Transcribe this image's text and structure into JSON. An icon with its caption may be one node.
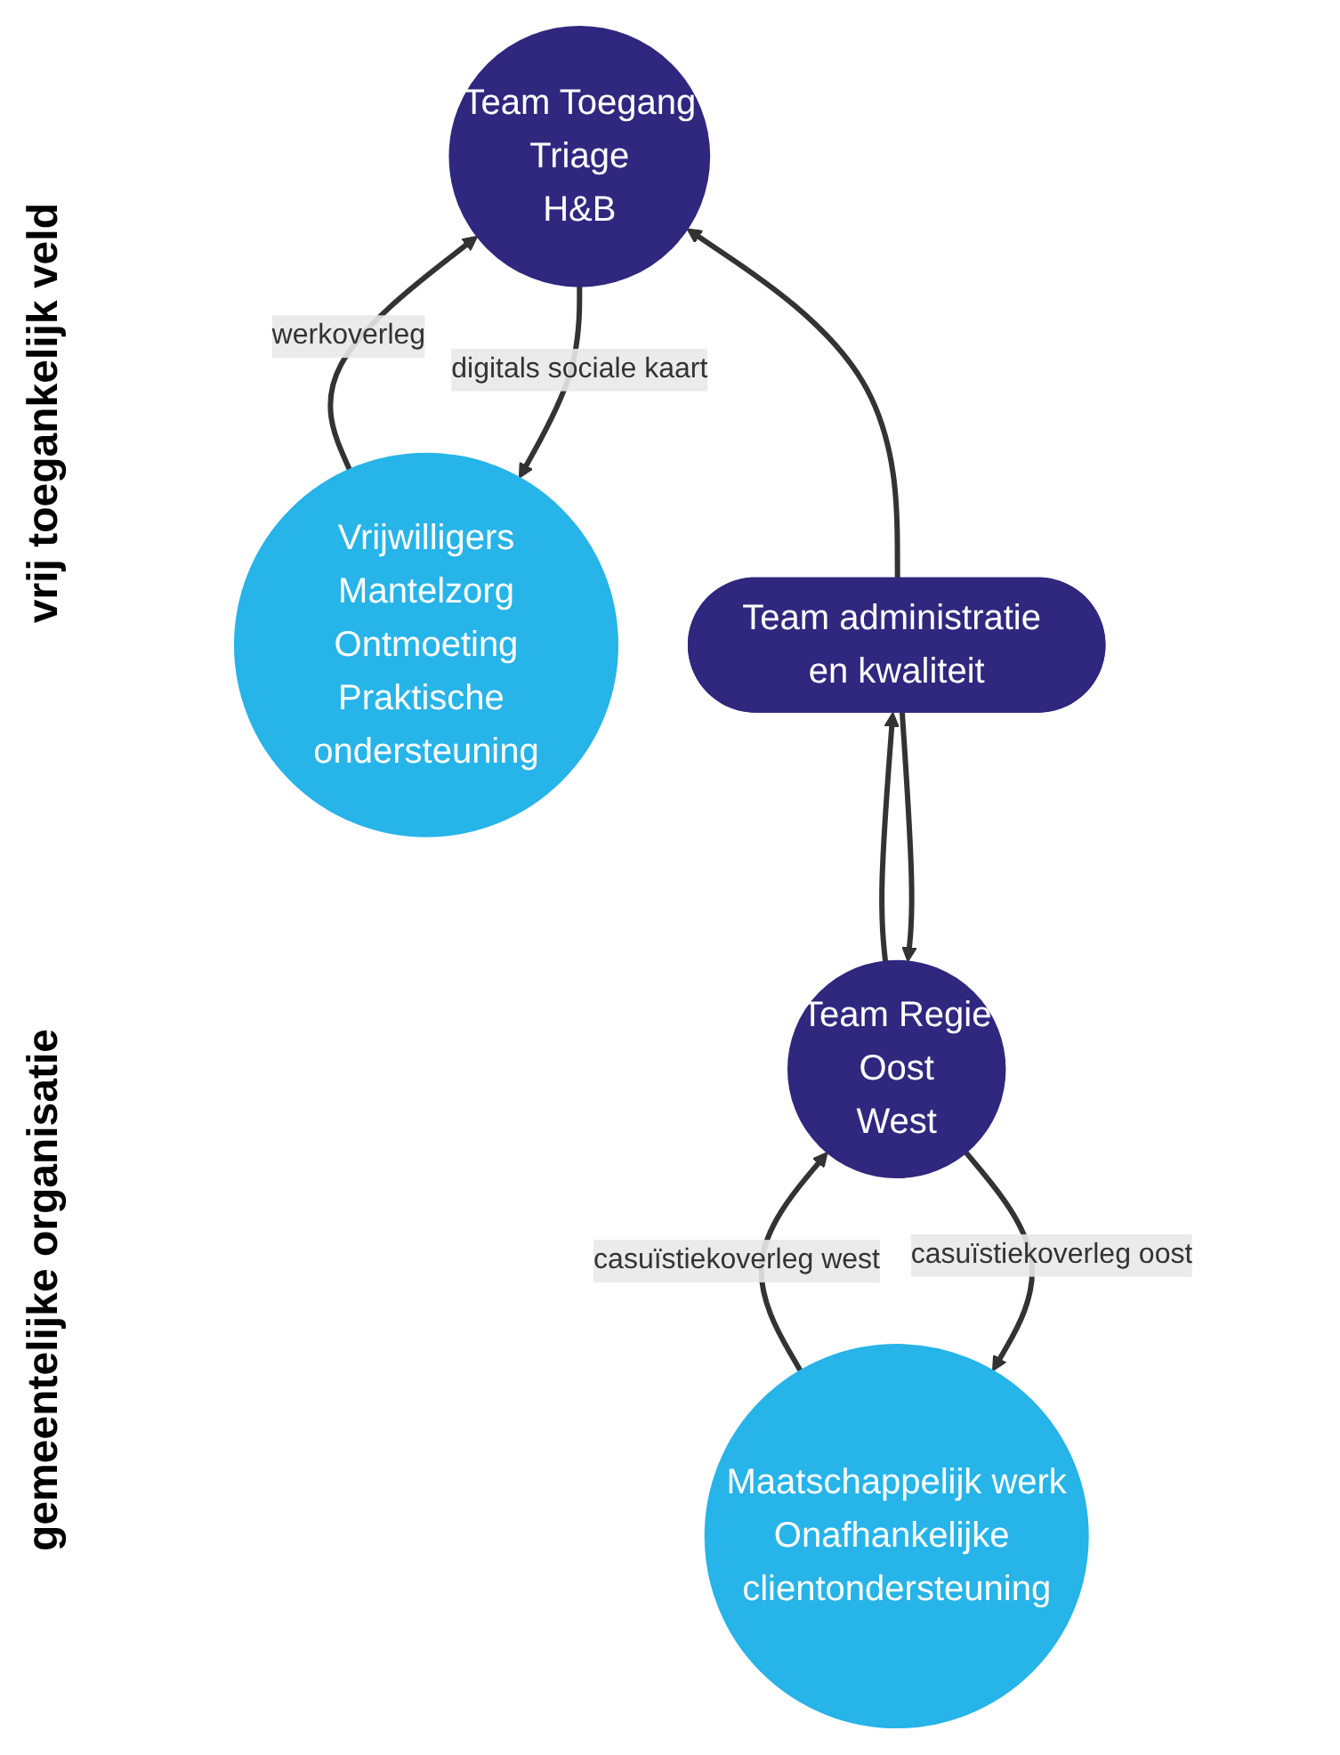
{
  "diagram": {
    "nodes": [
      {
        "text": [
          "Vrijwilligers",
          "Mantelzorg",
          "Ontmoeting",
          "Praktische ondersteuning"
        ]
      },
      {
        "text": [
          "Maatschappelijk werk",
          "Onafhankelijke clientondersteuning"
        ]
      },
      {
        "text": [
          "Team Toegang",
          "Triage",
          "H&B"
        ]
      },
      {
        "text": [
          "Team Regie",
          "Oost",
          "West"
        ]
      },
      {
        "text": [
          "Team administratie en kwaliteit"
        ]
      }
    ],
    "edges": [
      {
        "from": 2,
        "to": 0,
        "arrow": "to",
        "label": "digitals sociale kaart"
      },
      {
        "from": 0,
        "to": 2,
        "arrow": "to",
        "label": "werkoverleg"
      },
      {
        "from": 3,
        "to": 1,
        "arrow": "to",
        "label": "casuïstiekoverleg oost"
      },
      {
        "from": 1,
        "to": 3,
        "arrow": "to",
        "label": "casuïstiekoverleg west"
      },
      {
        "from": 4,
        "to": 2,
        "arrow": "to"
      },
      {
        "from": 4,
        "to": 3,
        "arrow": "to"
      },
      {
        "from": 3,
        "to": 4,
        "arrow": "to"
      }
    ],
    "labels": [
      "vrij toegankelijk veld",
      "gemeentelijke organisatie"
    ]
  }
}
